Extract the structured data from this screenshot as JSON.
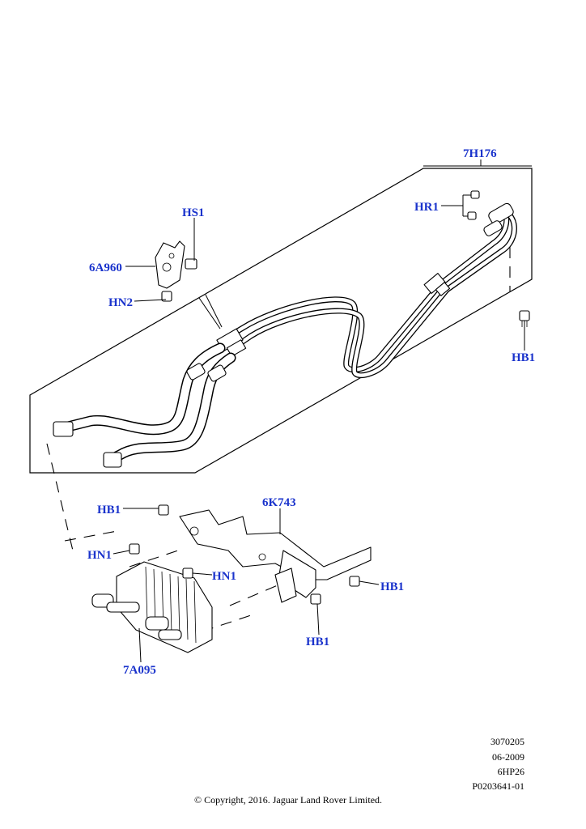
{
  "callouts": {
    "c_7h176": "7H176",
    "c_hr1": "HR1",
    "c_hs1": "HS1",
    "c_6a960": "6A960",
    "c_hn2": "HN2",
    "c_hb1_top": "HB1",
    "c_hb1_left": "HB1",
    "c_6k743": "6K743",
    "c_hn1_left": "HN1",
    "c_hn1_mid": "HN1",
    "c_hb1_right": "HB1",
    "c_hb1_bottom": "HB1",
    "c_7a095": "7A095"
  },
  "footer": {
    "ref_number": "3070205",
    "date": "06-2009",
    "transmission": "6HP26",
    "part_code": "P0203641-01",
    "copyright": "© Copyright, 2016. Jaguar Land Rover Limited."
  },
  "colors": {
    "callout_text": "#1a33cc",
    "line_art": "#000000",
    "background": "#ffffff"
  }
}
